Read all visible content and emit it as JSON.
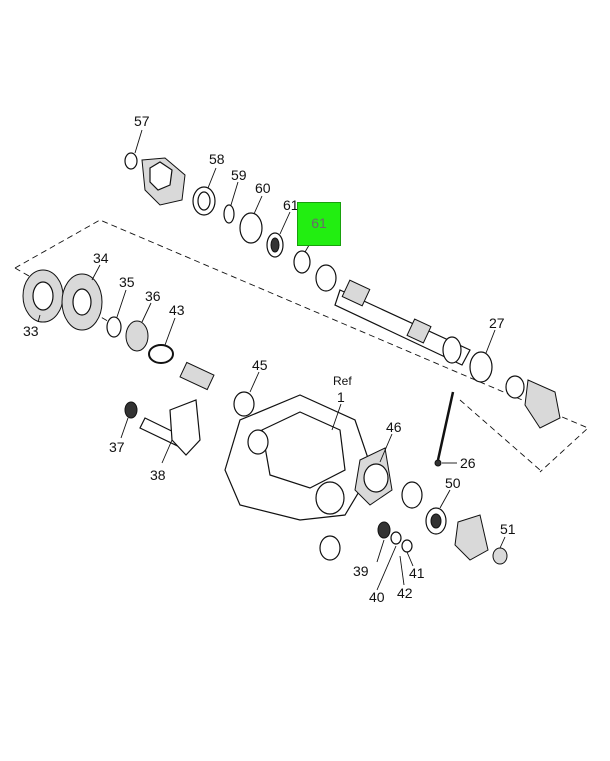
{
  "callouts": {
    "c57": "57",
    "c58": "58",
    "c59": "59",
    "c60": "60",
    "c61": "61",
    "c34": "34",
    "c35": "35",
    "c36": "36",
    "c33": "33",
    "c43": "43",
    "c27": "27",
    "c45": "45",
    "ref": "Ref",
    "c1": "1",
    "c37": "37",
    "c38": "38",
    "c46": "46",
    "c26": "26",
    "c50": "50",
    "c51": "51",
    "c39": "39",
    "c40": "40",
    "c41": "41",
    "c42": "42"
  },
  "highlight": {
    "label": "61",
    "color": "#22ee11"
  }
}
